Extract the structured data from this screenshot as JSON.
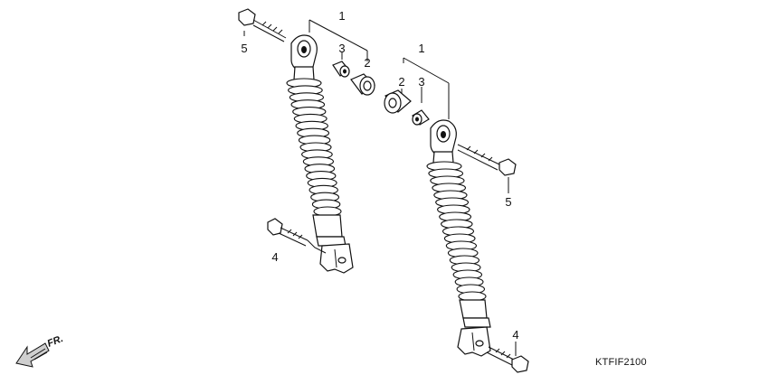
{
  "callouts": {
    "l1": "1",
    "l2": "2",
    "l3": "3",
    "l5": "5",
    "l4": "4",
    "r1": "1",
    "r2": "2",
    "r3": "3",
    "r5": "5",
    "r4": "4"
  },
  "direction": {
    "label": "FR."
  },
  "diagram_code": "KTFIF2100",
  "colors": {
    "line": "#111111",
    "background": "#ffffff",
    "shade": "#cfcfcf"
  }
}
